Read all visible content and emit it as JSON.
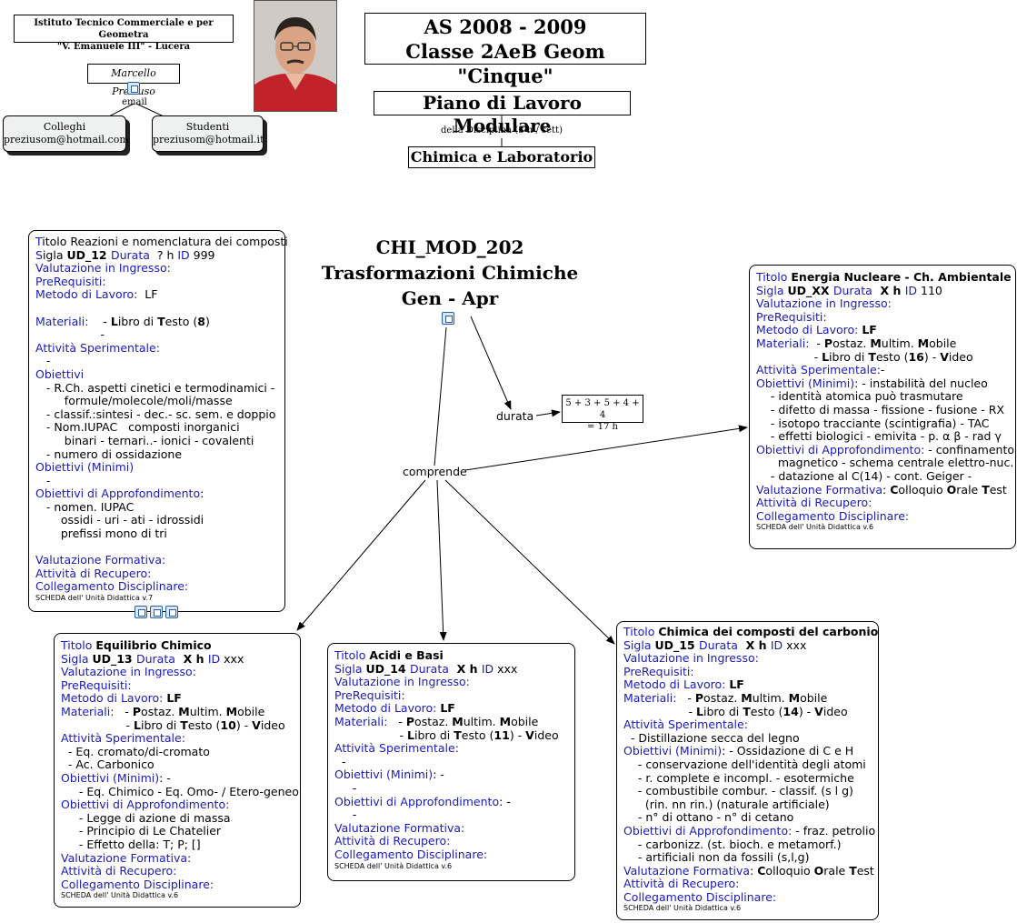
{
  "school": {
    "line1": "Istituto Tecnico Commerciale e per Geometra",
    "line2": "\"V. Emanuele III\" - Lucera"
  },
  "teacher": {
    "name": "Marcello Preziuso",
    "email_label": "email"
  },
  "contacts": [
    {
      "label": "Colleghi",
      "email": "preziusom@hotmail.com"
    },
    {
      "label": "Studenti",
      "email": "preziusom@hotmail.it"
    }
  ],
  "header": {
    "year": "AS 2008 - 2009",
    "class": "Classe 2AeB Geom \"Cinque\"",
    "plan_title": "Piano di Lavoro Modulare",
    "plan_sub": "della Disciplina (3 h / sett)",
    "subject": "Chimica e Laboratorio"
  },
  "module": {
    "code": "CHI_MOD_202",
    "name": "Trasformazioni Chimiche",
    "period": "Gen - Apr"
  },
  "durata": {
    "label": "durata",
    "sum": "5 + 3 + 5 + 4 + 4",
    "total": "=   17 h"
  },
  "comprende_label": "comprende",
  "cards": {
    "ud12": {
      "lines": [
        [
          [
            "k",
            "T"
          ],
          [
            "t",
            "itolo"
          ],
          [
            "t",
            " Reazioni e nomenclatura dei composti"
          ]
        ],
        [
          [
            "k",
            "S"
          ],
          [
            "t",
            "igla "
          ],
          [
            "b",
            "UD_12 "
          ],
          [
            "k",
            "Durata"
          ],
          [
            "t",
            "  ? h "
          ],
          [
            "k",
            "ID"
          ],
          [
            "t",
            " 999"
          ]
        ],
        [
          [
            "k",
            "Valutazione in Ingresso:"
          ]
        ],
        [
          [
            "k",
            "PreRequisiti:"
          ]
        ],
        [
          [
            "k",
            "Metodo di Lavoro:"
          ],
          [
            "t",
            "  LF"
          ]
        ],
        [
          [
            "t",
            " "
          ]
        ],
        [
          [
            "k",
            "Materiali:"
          ],
          [
            "t",
            "    - "
          ],
          [
            "b",
            "L"
          ],
          [
            "t",
            "ibro di "
          ],
          [
            "b",
            "T"
          ],
          [
            "t",
            "esto ("
          ],
          [
            "b",
            "8"
          ],
          [
            "t",
            ")"
          ]
        ],
        [
          [
            "t",
            "                  -"
          ]
        ],
        [
          [
            "k",
            "Attività Sperimentale:"
          ]
        ],
        [
          [
            "t",
            "   -"
          ]
        ],
        [
          [
            "k",
            "Obiettivi"
          ]
        ],
        [
          [
            "t",
            "   - R.Ch. aspetti cinetici e termodinamici -"
          ]
        ],
        [
          [
            "t",
            "        formule/molecole/moli/masse"
          ]
        ],
        [
          [
            "t",
            "   - classif.:sintesi - dec.- sc. sem. e doppio"
          ]
        ],
        [
          [
            "t",
            "   - Nom.IUPAC   composti inorganici"
          ]
        ],
        [
          [
            "t",
            "        binari - ternari..- ionici - covalenti"
          ]
        ],
        [
          [
            "t",
            "   - numero di ossidazione"
          ]
        ],
        [
          [
            "k",
            "Obiettivi (Minimi)"
          ]
        ],
        [
          [
            "t",
            "   -"
          ]
        ],
        [
          [
            "k",
            "Obiettivi di Approfondimento"
          ],
          [
            "t",
            ":"
          ]
        ],
        [
          [
            "t",
            "   - nomen. IUPAC"
          ]
        ],
        [
          [
            "t",
            "       ossidi - uri - ati - idrossidi"
          ]
        ],
        [
          [
            "t",
            "       prefissi mono di tri"
          ]
        ],
        [
          [
            "t",
            " "
          ]
        ],
        [
          [
            "k",
            "Valutazione Formativa:"
          ]
        ],
        [
          [
            "k",
            "Attività di Recupero:"
          ]
        ],
        [
          [
            "k",
            "Collegamento Disciplinare:"
          ]
        ]
      ],
      "footer": "SCHEDA dell' Unità Didattica v.7"
    },
    "udxx": {
      "lines": [
        [
          [
            "k",
            "Titolo "
          ],
          [
            "b",
            "Energia Nucleare - Ch. Ambientale"
          ]
        ],
        [
          [
            "k",
            "Sigla "
          ],
          [
            "b",
            "UD_XX "
          ],
          [
            "k",
            "Durata"
          ],
          [
            "b",
            "  X h "
          ],
          [
            "k",
            "ID"
          ],
          [
            "t",
            " 110"
          ]
        ],
        [
          [
            "k",
            "Valutazione in Ingresso:"
          ]
        ],
        [
          [
            "k",
            "PreRequisiti:"
          ]
        ],
        [
          [
            "k",
            "Metodo di Lavoro: "
          ],
          [
            "b",
            "LF"
          ]
        ],
        [
          [
            "k",
            "Materiali:"
          ],
          [
            "t",
            "  - "
          ],
          [
            "b",
            "P"
          ],
          [
            "t",
            "ostaz. "
          ],
          [
            "b",
            "M"
          ],
          [
            "t",
            "ultim. "
          ],
          [
            "b",
            "M"
          ],
          [
            "t",
            "obile"
          ]
        ],
        [
          [
            "t",
            "                - "
          ],
          [
            "b",
            "L"
          ],
          [
            "t",
            "ibro di "
          ],
          [
            "b",
            "T"
          ],
          [
            "t",
            "esto ("
          ],
          [
            "b",
            "16"
          ],
          [
            "t",
            ") - "
          ],
          [
            "b",
            "V"
          ],
          [
            "t",
            "ideo"
          ]
        ],
        [
          [
            "k",
            "Attività Sperimentale:"
          ],
          [
            "t",
            "-"
          ]
        ],
        [
          [
            "k",
            "Obiettivi (Minimi)"
          ],
          [
            "t",
            ": - instabilità del nucleo"
          ]
        ],
        [
          [
            "t",
            "    - identità atomica può trasmutare"
          ]
        ],
        [
          [
            "t",
            "    - difetto di massa - fissione - fusione - RX"
          ]
        ],
        [
          [
            "t",
            "    - isotopo tracciante (scintigrafia) - TAC"
          ]
        ],
        [
          [
            "t",
            "    - effetti biologici - emivita - p. α β - rad γ"
          ]
        ],
        [
          [
            "k",
            "Obiettivi di Approfondimento:"
          ],
          [
            "t",
            " - confinamento"
          ]
        ],
        [
          [
            "t",
            "      magnetico - schema centrale elettro-nuc."
          ]
        ],
        [
          [
            "t",
            "    - datazione al C(14) - cont. Geiger -"
          ]
        ],
        [
          [
            "k",
            "Valutazione Formativa"
          ],
          [
            "t",
            ": "
          ],
          [
            "b",
            "C"
          ],
          [
            "t",
            "olloquio "
          ],
          [
            "b",
            "O"
          ],
          [
            "t",
            "rale "
          ],
          [
            "b",
            "T"
          ],
          [
            "t",
            "est"
          ]
        ],
        [
          [
            "k",
            "Attività di Recupero:"
          ]
        ],
        [
          [
            "k",
            "Collegamento Disciplinare:"
          ]
        ]
      ],
      "footer": "SCHEDA dell' Unità Didattica v.6"
    },
    "ud13": {
      "lines": [
        [
          [
            "k",
            "Titolo "
          ],
          [
            "b",
            "Equilibrio Chimico"
          ]
        ],
        [
          [
            "k",
            "Sigla "
          ],
          [
            "b",
            "UD_13 "
          ],
          [
            "k",
            "Durata"
          ],
          [
            "b",
            "  X h "
          ],
          [
            "k",
            "ID"
          ],
          [
            "t",
            " xxx"
          ]
        ],
        [
          [
            "k",
            "Valutazione in Ingresso:"
          ]
        ],
        [
          [
            "k",
            "PreRequisiti:"
          ]
        ],
        [
          [
            "k",
            "Metodo di Lavoro: "
          ],
          [
            "b",
            "LF"
          ]
        ],
        [
          [
            "k",
            "Materiali:"
          ],
          [
            "t",
            "   - "
          ],
          [
            "b",
            "P"
          ],
          [
            "t",
            "ostaz. "
          ],
          [
            "b",
            "M"
          ],
          [
            "t",
            "ultim. "
          ],
          [
            "b",
            "M"
          ],
          [
            "t",
            "obile"
          ]
        ],
        [
          [
            "t",
            "                  - "
          ],
          [
            "b",
            "L"
          ],
          [
            "t",
            "ibro di "
          ],
          [
            "b",
            "T"
          ],
          [
            "t",
            "esto ("
          ],
          [
            "b",
            "10"
          ],
          [
            "t",
            ") - "
          ],
          [
            "b",
            "V"
          ],
          [
            "t",
            "ideo"
          ]
        ],
        [
          [
            "k",
            "Attività Sperimentale:"
          ]
        ],
        [
          [
            "t",
            "  - Eq. cromato/di-cromato"
          ]
        ],
        [
          [
            "t",
            "  - Ac. Carbonico"
          ]
        ],
        [
          [
            "k",
            "Obiettivi (Minimi)"
          ],
          [
            "t",
            ": -"
          ]
        ],
        [
          [
            "t",
            "     - Eq. Chimico - Eq. Omo- / Etero-geneo"
          ]
        ],
        [
          [
            "k",
            "Obiettivi di Approfondimento:"
          ]
        ],
        [
          [
            "t",
            "     - Legge di azione di massa"
          ]
        ],
        [
          [
            "t",
            "     - Principio di Le Chatelier"
          ]
        ],
        [
          [
            "t",
            "     - Effetto della: T; P; []"
          ]
        ],
        [
          [
            "k",
            "Valutazione Formativa:"
          ]
        ],
        [
          [
            "k",
            "Attività di Recupero:"
          ]
        ],
        [
          [
            "k",
            "Collegamento Disciplinare:"
          ]
        ]
      ],
      "footer": "SCHEDA dell' Unità Didattica v.6"
    },
    "ud14": {
      "lines": [
        [
          [
            "k",
            "Titolo "
          ],
          [
            "b",
            "Acidi e Basi"
          ]
        ],
        [
          [
            "k",
            "Sigla "
          ],
          [
            "b",
            "UD_14 "
          ],
          [
            "k",
            "Durata"
          ],
          [
            "b",
            "  X h "
          ],
          [
            "k",
            "ID"
          ],
          [
            "t",
            " xxx"
          ]
        ],
        [
          [
            "k",
            "Valutazione in Ingresso:"
          ]
        ],
        [
          [
            "k",
            "PreRequisiti:"
          ]
        ],
        [
          [
            "k",
            "Metodo di Lavoro: "
          ],
          [
            "b",
            "LF"
          ]
        ],
        [
          [
            "k",
            "Materiali:"
          ],
          [
            "t",
            "   - "
          ],
          [
            "b",
            "P"
          ],
          [
            "t",
            "ostaz. "
          ],
          [
            "b",
            "M"
          ],
          [
            "t",
            "ultim. "
          ],
          [
            "b",
            "M"
          ],
          [
            "t",
            "obile"
          ]
        ],
        [
          [
            "t",
            "                  - "
          ],
          [
            "b",
            "L"
          ],
          [
            "t",
            "ibro di "
          ],
          [
            "b",
            "T"
          ],
          [
            "t",
            "esto ("
          ],
          [
            "b",
            "11"
          ],
          [
            "t",
            ") - "
          ],
          [
            "b",
            "V"
          ],
          [
            "t",
            "ideo"
          ]
        ],
        [
          [
            "k",
            "Attività Sperimentale:"
          ]
        ],
        [
          [
            "t",
            "  -"
          ]
        ],
        [
          [
            "k",
            "Obiettivi (Minimi)"
          ],
          [
            "t",
            ": -"
          ]
        ],
        [
          [
            "t",
            "     -"
          ]
        ],
        [
          [
            "k",
            "Obiettivi di Approfondimento"
          ],
          [
            "t",
            ": -"
          ]
        ],
        [
          [
            "t",
            "     -"
          ]
        ],
        [
          [
            "k",
            "Valutazione Formativa:"
          ]
        ],
        [
          [
            "k",
            "Attività di Recupero:"
          ]
        ],
        [
          [
            "k",
            "Collegamento Disciplinare:"
          ]
        ]
      ],
      "footer": "SCHEDA dell' Unità Didattica v.6"
    },
    "ud15": {
      "lines": [
        [
          [
            "k",
            "Titolo "
          ],
          [
            "b",
            "Chimica dei composti del carbonio"
          ]
        ],
        [
          [
            "k",
            "Sigla "
          ],
          [
            "b",
            "UD_15 "
          ],
          [
            "k",
            "Durata"
          ],
          [
            "b",
            "  X h "
          ],
          [
            "k",
            "ID"
          ],
          [
            "t",
            " xxx"
          ]
        ],
        [
          [
            "k",
            "Valutazione in Ingresso:"
          ]
        ],
        [
          [
            "k",
            "PreRequisiti:"
          ]
        ],
        [
          [
            "k",
            "Metodo di Lavoro: "
          ],
          [
            "b",
            "LF"
          ]
        ],
        [
          [
            "k",
            "Materiali:"
          ],
          [
            "t",
            "   - "
          ],
          [
            "b",
            "P"
          ],
          [
            "t",
            "ostaz. "
          ],
          [
            "b",
            "M"
          ],
          [
            "t",
            "ultim. "
          ],
          [
            "b",
            "M"
          ],
          [
            "t",
            "obile"
          ]
        ],
        [
          [
            "t",
            "                  - "
          ],
          [
            "b",
            "L"
          ],
          [
            "t",
            "ibro di "
          ],
          [
            "b",
            "T"
          ],
          [
            "t",
            "esto ("
          ],
          [
            "b",
            "14"
          ],
          [
            "t",
            ") - "
          ],
          [
            "b",
            "V"
          ],
          [
            "t",
            "ideo"
          ]
        ],
        [
          [
            "k",
            "Attività Sperimentale:"
          ]
        ],
        [
          [
            "t",
            "  - Distillazione secca del legno"
          ]
        ],
        [
          [
            "k",
            "Obiettivi (Minimi)"
          ],
          [
            "t",
            ": - Ossidazione di C e H"
          ]
        ],
        [
          [
            "t",
            "    - conservazione dell'identità degli atomi"
          ]
        ],
        [
          [
            "t",
            "    - r. complete e incompl. - esotermiche"
          ]
        ],
        [
          [
            "t",
            "    - combustibile combur. - classif. (s l g)"
          ]
        ],
        [
          [
            "t",
            "      (rin. nn rin.) (naturale artificiale)"
          ]
        ],
        [
          [
            "t",
            "    - n° di ottano - n° di cetano"
          ]
        ],
        [
          [
            "k",
            "Obiettivi di Approfondimento:"
          ],
          [
            "t",
            " - fraz. petrolio"
          ]
        ],
        [
          [
            "t",
            "    - carbonizz. (st. bioch. e metamorf.)"
          ]
        ],
        [
          [
            "t",
            "    - artificiali non da fossili (s,l,g)"
          ]
        ],
        [
          [
            "k",
            "Valutazione Formativa"
          ],
          [
            "t",
            ": "
          ],
          [
            "b",
            "C"
          ],
          [
            "t",
            "olloquio "
          ],
          [
            "b",
            "O"
          ],
          [
            "t",
            "rale "
          ],
          [
            "b",
            "T"
          ],
          [
            "t",
            "est"
          ]
        ],
        [
          [
            "k",
            "Attività di Recupero:"
          ]
        ],
        [
          [
            "k",
            "Collegamento Disciplinare:"
          ]
        ]
      ],
      "footer": "SCHEDA dell' Unità Didattica v.6"
    }
  }
}
